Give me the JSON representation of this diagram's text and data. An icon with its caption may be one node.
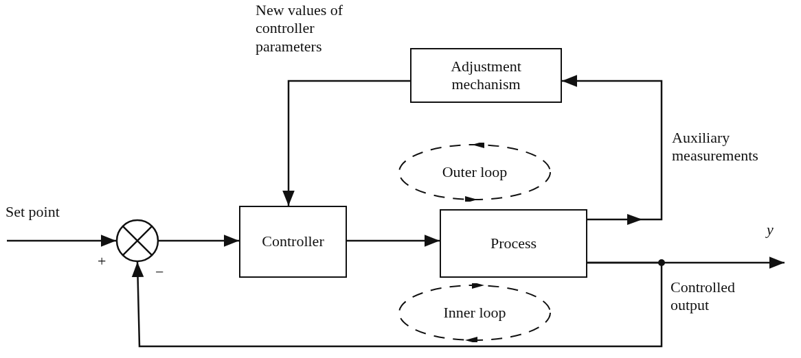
{
  "diagram": {
    "nodes": [
      {
        "text": [
          "Set point"
        ]
      },
      {
        "text": [],
        "shape": "circle"
      },
      {
        "text": [
          "Controller"
        ]
      },
      {
        "text": [
          "Process"
        ]
      },
      {
        "text": [
          "Adjustment mechanism"
        ]
      },
      {
        "text": [
          "Outer loop"
        ]
      },
      {
        "text": [
          "Inner loop"
        ]
      }
    ],
    "edges": [
      {
        "from": 0,
        "to": 1,
        "arrow": "to"
      },
      {
        "from": 1,
        "to": 2,
        "arrow": "to"
      },
      {
        "from": 2,
        "to": 3,
        "arrow": "to"
      },
      {
        "from": 3,
        "to": 4,
        "arrow": "to",
        "label": "Auxiliary measurements"
      },
      {
        "from": 4,
        "to": 2,
        "arrow": "to",
        "label": "New values of controller parameters"
      },
      {
        "from": 3,
        "to": null,
        "arrow": "to"
      },
      {
        "from": 3,
        "to": 1,
        "arrow": "to"
      }
    ],
    "labels": [
      "+",
      "−",
      "y",
      "Controlled output"
    ]
  }
}
